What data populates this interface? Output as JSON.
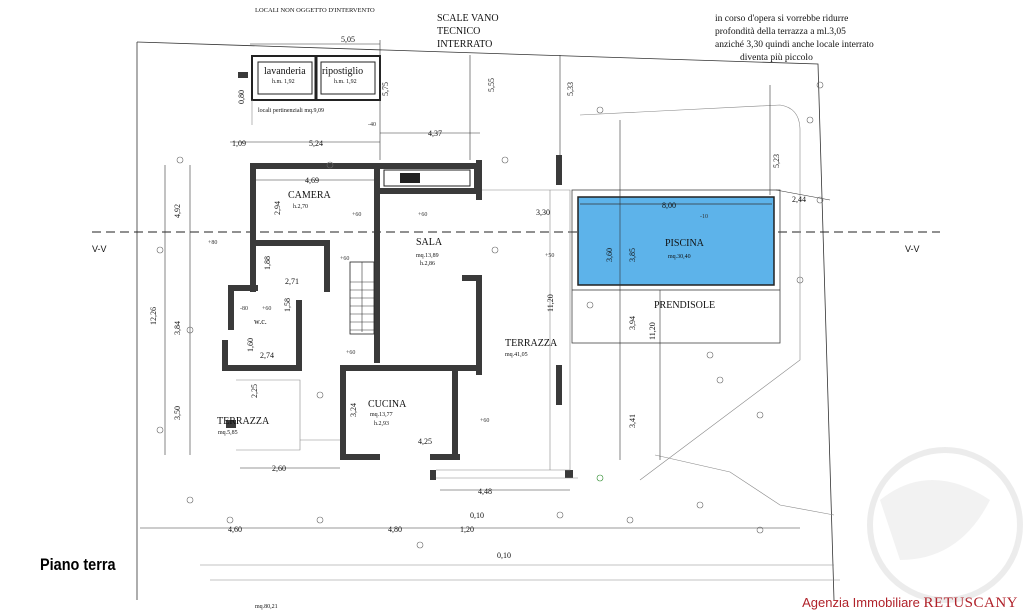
{
  "notes": {
    "locali_non_oggetto": "LOCALI NON OGGETTO D'INTERVENTO",
    "scale_1": "SCALE VANO",
    "scale_2": "TECNICO",
    "scale_3": "INTERRATO",
    "corso_1": "in corso d'opera si vorrebbe ridurre",
    "corso_2": "profondità della terrazza a ml.3,05",
    "corso_3": "anziché 3,30 quindi anche locale interrato",
    "corso_4": "diventa più piccolo",
    "pertinenziali": "locali pertinenziali mq.9,09",
    "mq_total": "mq.80,21",
    "section_left": "V-V",
    "section_right": "V-V"
  },
  "rooms": {
    "lavanderia": {
      "name": "lavanderia",
      "sub": "h.m. 1,92"
    },
    "ripostiglio": {
      "name": "ripostiglio",
      "sub": "h.m. 1,92"
    },
    "camera": {
      "name": "CAMERA",
      "sub": "h.2,70"
    },
    "sala": {
      "name": "SALA",
      "sub1": "mq.13,89",
      "sub2": "h.2,86"
    },
    "wc": {
      "name": "w.c."
    },
    "cucina": {
      "name": "CUCINA",
      "sub1": "mq.13,77",
      "sub2": "h.2,93"
    },
    "terrazza_big": {
      "name": "TERRAZZA",
      "sub": "mq.41,05"
    },
    "terrazza_small": {
      "name": "TERRAZZA",
      "sub": "mq.5,85"
    },
    "piscina": {
      "name": "PISCINA",
      "sub": "mq.30,40"
    },
    "prendisole": {
      "name": "PRENDISOLE"
    }
  },
  "dims": {
    "d505": "5,05",
    "d080": "0,80",
    "d575": "5,75",
    "d555": "5,55",
    "d533": "5,33",
    "d109": "1,09",
    "d524": "5,24",
    "d437": "4,37",
    "d469": "4,69",
    "d294": "2,94",
    "d492": "4,92",
    "d1226": "12,26",
    "d384": "3,84",
    "d350": "3,50",
    "d188": "1,88",
    "d271": "2,71",
    "d158": "1,58",
    "d160": "1,60",
    "d274": "2,74",
    "d225": "2,25",
    "d324": "3,24",
    "d425": "4,25",
    "d260": "2,60",
    "d448": "4,48",
    "d010a": "0,10",
    "d460": "4,60",
    "d480": "4,80",
    "d120": "1,20",
    "d010b": "0,10",
    "d330": "3,30",
    "d800": "8,00",
    "d244": "2,44",
    "d523": "5,23",
    "d360": "3,60",
    "d385": "3,85",
    "d1120a": "11,20",
    "d394": "3,94",
    "d1120b": "11,20",
    "d341": "3,41"
  },
  "marks": [
    "+60",
    "+60",
    "+60",
    "+60",
    "+60",
    "+60",
    "+80",
    "-10",
    "-40",
    "-80",
    "+50"
  ],
  "footer": {
    "title": "Piano terra",
    "agency_prefix": "Agenzia Immobiliare ",
    "agency_brand": "RETUSCANY"
  }
}
